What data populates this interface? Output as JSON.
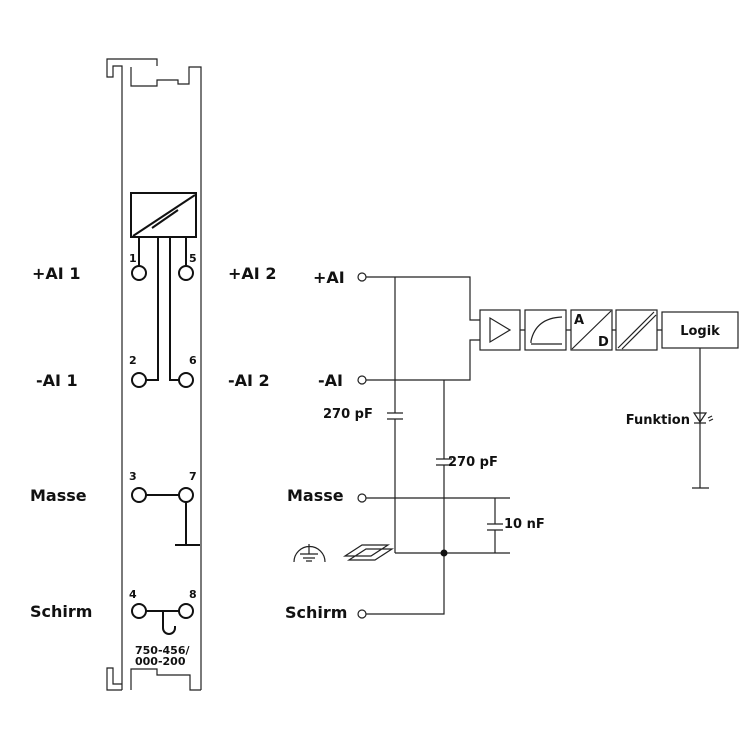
{
  "module": {
    "part_number_line1": "750-456/",
    "part_number_line2": "000-200",
    "terminals": [
      "1",
      "2",
      "3",
      "4",
      "5",
      "6",
      "7",
      "8"
    ],
    "left_labels": [
      "+AI 1",
      "-AI 1",
      "Masse",
      "Schirm"
    ],
    "right_labels": [
      "+AI 2",
      "-AI 2"
    ]
  },
  "circuit": {
    "inputs": [
      "+AI",
      "-AI",
      "Masse",
      "Schirm"
    ],
    "cap1": "270 pF",
    "cap2": "270 pF",
    "cap3": "10 nF",
    "adc_a": "A",
    "adc_d": "D",
    "logic": "Logik",
    "led_label": "Funktion"
  }
}
